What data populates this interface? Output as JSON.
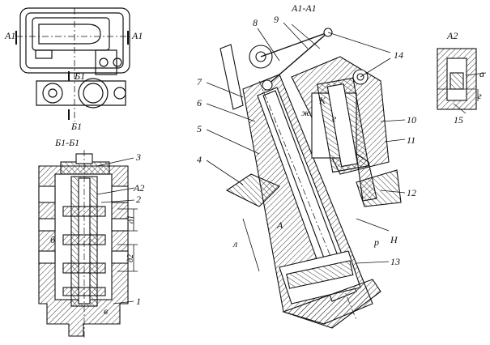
{
  "figure": {
    "views": {
      "top": {
        "section_mark_left": "A1",
        "section_mark_right": "A1",
        "cut_mark_upper": "Б1",
        "cut_mark_lower": "Б1"
      },
      "section_b1": {
        "title": "Б1-Б1",
        "callouts": [
          "3",
          "A2",
          "2",
          "1"
        ],
        "dims": [
          "д1",
          "д2"
        ],
        "letters": [
          "б",
          "в"
        ]
      },
      "section_a1": {
        "title": "A1-A1",
        "callouts": [
          "8",
          "9",
          "14",
          "7",
          "6",
          "5",
          "4",
          "10",
          "11",
          "12",
          "13"
        ],
        "letters": [
          "К",
          "ж",
          "е",
          "А",
          "л",
          "Н",
          "р"
        ]
      },
      "detail_a2": {
        "title": "A2",
        "callouts": [
          "15"
        ],
        "letters": [
          "а",
          "г"
        ]
      }
    }
  }
}
